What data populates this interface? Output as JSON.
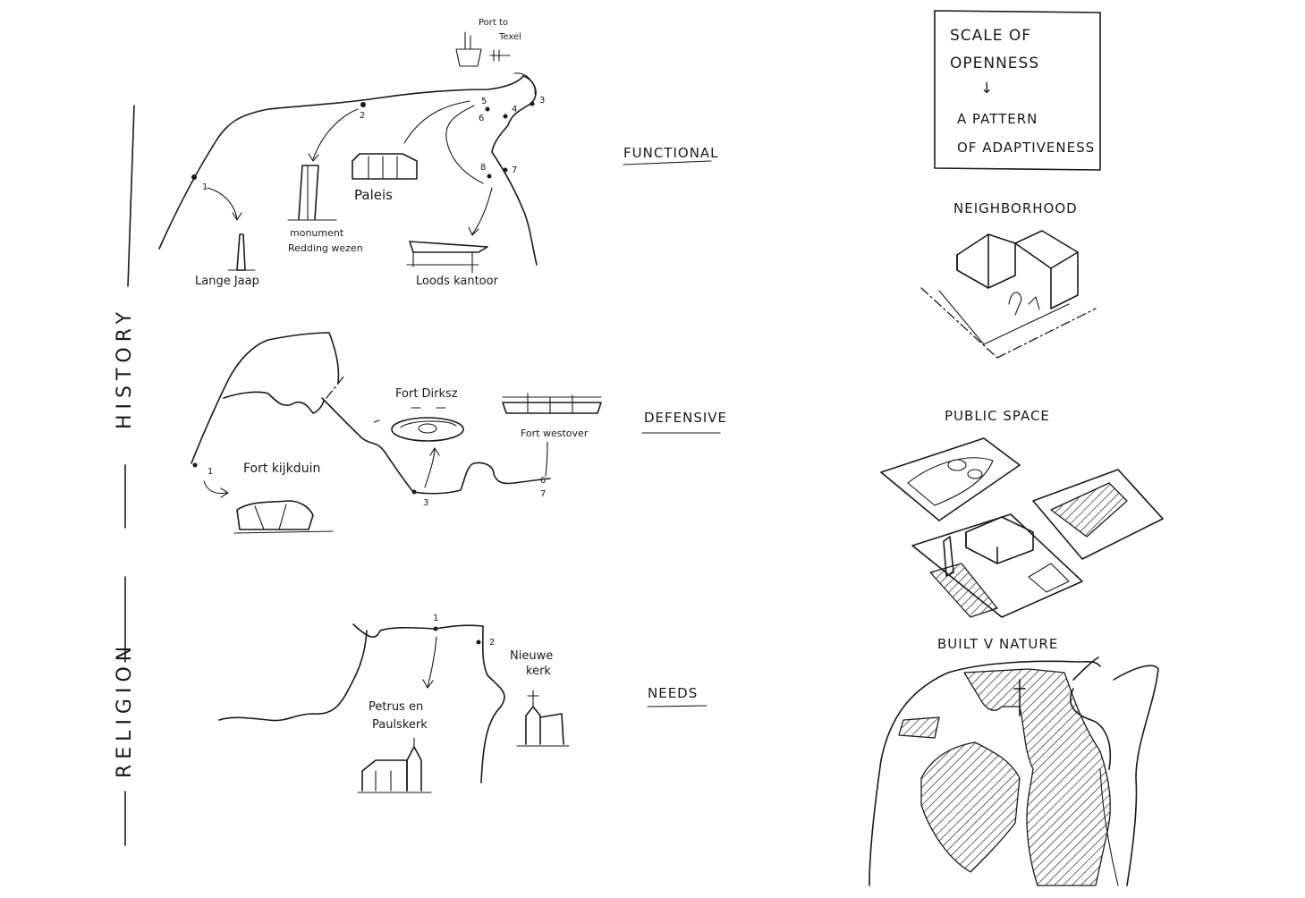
{
  "title_box": {
    "line1": "SCALE OF",
    "line2": "OPENNESS",
    "arrow": "↓",
    "line3": "A PATTERN",
    "line4": "OF ADAPTIVENESS"
  },
  "side_labels": {
    "history": "HISTORY",
    "religion": "RELIGION"
  },
  "categories": {
    "functional": "FUNCTIONAL",
    "defensive": "DEFENSIVE",
    "needs": "NEEDS"
  },
  "functional_labels": {
    "port": "Port to",
    "port2": "Texel",
    "paleis": "Paleis",
    "monument": "monument",
    "monument2": "Redding wezen",
    "lange_jaap": "Lange Jaap",
    "loods": "Loods kantoor"
  },
  "defensive_labels": {
    "fort_dirksz": "Fort Dirksz",
    "fort_westoever": "Fort westover",
    "fort_kijkduin": "Fort kijkduin"
  },
  "religion_labels": {
    "nieuwe": "Nieuwe",
    "kerk": "kerk",
    "petrus": "Petrus en",
    "paulskerk": "Paulskerk"
  },
  "numbers": {
    "f1": "1",
    "f2": "2",
    "f3": "3",
    "f4": "4",
    "f5": "5",
    "f6": "6",
    "f7": "7",
    "f8": "8",
    "d1": "1",
    "d3": "3",
    "d6": "6",
    "d7": "7",
    "r1": "1",
    "r2": "2"
  },
  "right_labels": {
    "neighborhood": "NEIGHBORHOOD",
    "public_space": "PUBLIC SPACE",
    "built_nature": "BUILT V NATURE"
  },
  "colors": {
    "ink": "#1a1a1a",
    "paper": "#ffffff"
  }
}
